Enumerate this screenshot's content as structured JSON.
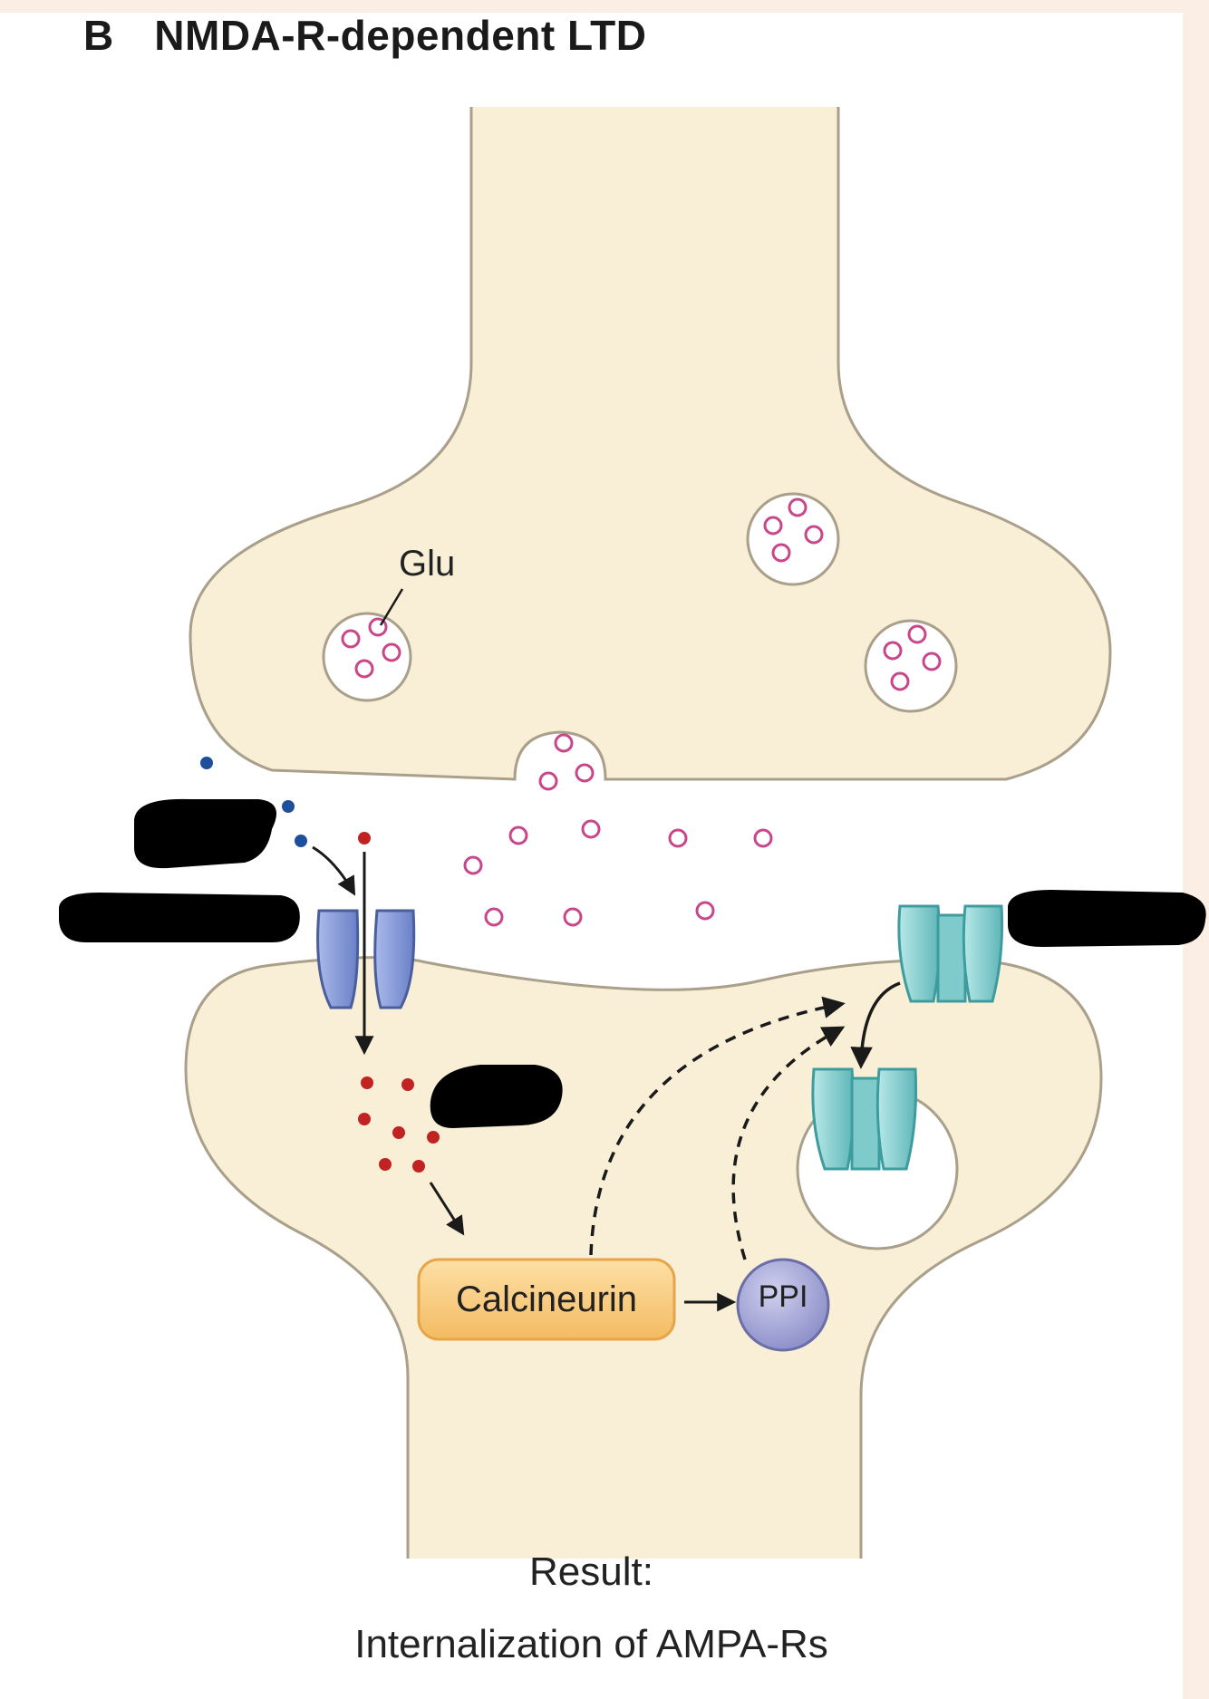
{
  "figure": {
    "panel_letter": "B",
    "title": "NMDA-R-dependent LTD",
    "glu_label": "Glu",
    "calcineurin_label": "Calcineurin",
    "pp1_label": "PPI",
    "result_label": "Result:",
    "result_text": "Internalization of AMPA-Rs"
  },
  "colors": {
    "background": "#fbefe5",
    "panel": "#ffffff",
    "cell_fill": "#f8efd6",
    "cell_stroke": "#a99f8a",
    "glutamate": "#c9468a",
    "calcium": "#c12222",
    "magnesium": "#1d4f9c",
    "nmda_receptor": "#7b91d6",
    "ampa_receptor": "#7fcacb",
    "calcineurin_fill": "#f9d08a",
    "pp1_fill": "#a6a8d6",
    "redaction": "#000000"
  }
}
